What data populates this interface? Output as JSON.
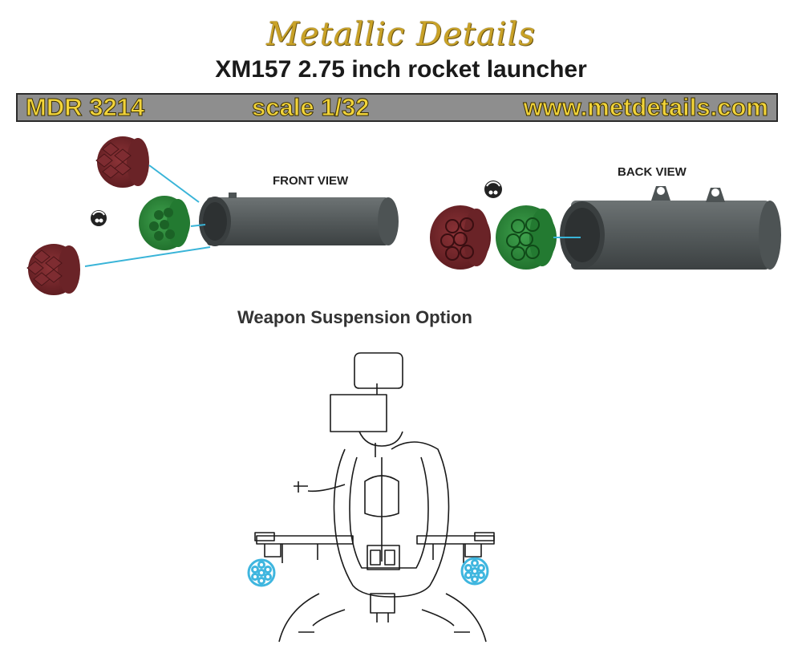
{
  "header": {
    "brand": "Metallic Details",
    "title": "XM157 2.75 inch rocket launcher"
  },
  "info_bar": {
    "code": "MDR 3214",
    "scale": "scale 1/32",
    "website": "www.metdetails.com"
  },
  "views": {
    "front_label": "FRONT VIEW",
    "back_label": "BACK VIEW"
  },
  "section": {
    "title": "Weapon Suspension Option"
  },
  "colors": {
    "brand_gold": "#c9a227",
    "bar_gray": "#8e8e8e",
    "bar_text": "#f2d43a",
    "launcher_gray": "#555b5c",
    "green_part": "#2f8f3d",
    "red_part": "#7a2a2e",
    "leader_line": "#39b4d8",
    "launcher_highlight": "#3fb6df"
  }
}
